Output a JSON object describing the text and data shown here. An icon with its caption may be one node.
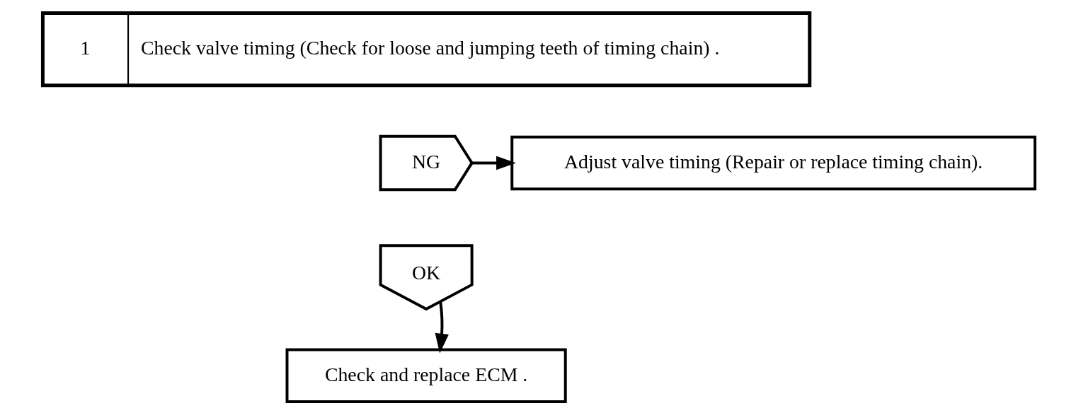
{
  "diagram": {
    "nodes": [
      {
        "text": [
          "1",
          "Check valve timing (Check for loose and jumping teeth of timing chain) ."
        ]
      },
      {
        "text": [
          "NG"
        ]
      },
      {
        "text": [
          "Adjust valve timing (Repair or replace timing chain)."
        ]
      },
      {
        "text": [
          "OK"
        ]
      },
      {
        "text": [
          "Check and replace ECM ."
        ]
      }
    ],
    "edges": [
      {
        "from": 1,
        "to": 2,
        "arrow": "to"
      },
      {
        "from": 3,
        "to": 4,
        "arrow": "to"
      }
    ]
  }
}
